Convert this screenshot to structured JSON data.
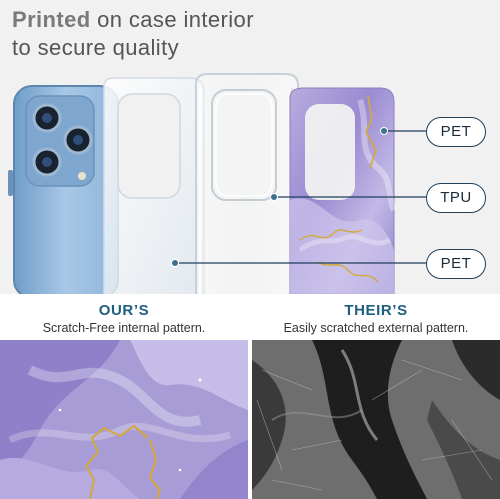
{
  "headline": {
    "part1": "Printed",
    "part2": " on case interior",
    "line2": "to secure quality"
  },
  "callouts": [
    {
      "label": "PET"
    },
    {
      "label": "TPU"
    },
    {
      "label": "PET"
    }
  ],
  "ours": {
    "title": "OUR’S",
    "subtitle": "Scratch-Free internal pattern."
  },
  "theirs": {
    "title": "THEIR’S",
    "subtitle": "Easily scratched external pattern."
  },
  "colors": {
    "phone_blue": "#8fb6dc",
    "callout_border": "#1f3f5b",
    "accent_title": "#1f5e7e",
    "marble_purple": "#a79cd6",
    "gold": "#d4a93a",
    "dark_marble": "#3d3d3d"
  }
}
